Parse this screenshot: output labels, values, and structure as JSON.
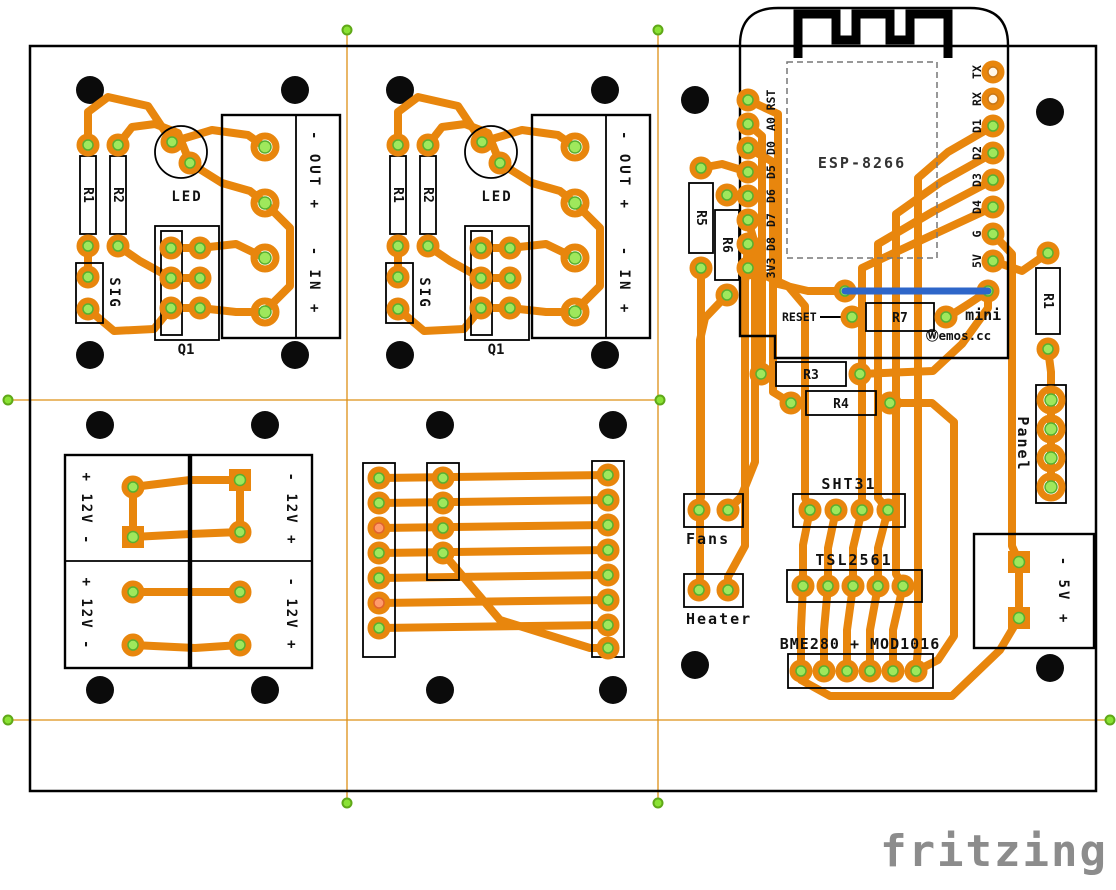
{
  "board": {
    "watermark": "fritzing"
  },
  "colors": {
    "copper": "#E8860D",
    "pad_green": "#9FE85C",
    "jumper_blue": "#2E66C9",
    "watermark": "#8C8C8C"
  },
  "relay_module_1": {
    "r1": "R1",
    "r2": "R2",
    "led": "LED",
    "sig": "SIG",
    "q1": "Q1",
    "out_label": "- OUT +",
    "in_label": "- IN +"
  },
  "relay_module_2": {
    "r1": "R1",
    "r2": "R2",
    "led": "LED",
    "sig": "SIG",
    "q1": "Q1",
    "out_label": "- OUT +",
    "in_label": "- IN +"
  },
  "power_module": {
    "top_left": "+ 12V -",
    "top_right": "- 12V +",
    "bottom_left": "+ 12V -",
    "bottom_right": "- 12V +"
  },
  "mcu": {
    "chip": "ESP-8266",
    "brand": "D1 mini",
    "brand2": "Ⓦemos.cc",
    "reset": "RESET",
    "pins_left": [
      "RST",
      "A0",
      "D0",
      "D5",
      "D6",
      "D7",
      "D8",
      "3V3"
    ],
    "pins_right": [
      "TX",
      "RX",
      "D1",
      "D2",
      "D3",
      "D4",
      "G",
      "5V"
    ],
    "r3": "R3",
    "r4": "R4",
    "r5": "R5",
    "r6": "R6",
    "r7": "R7",
    "r1": "R1",
    "panel": "Panel",
    "fans": "Fans",
    "heater": "Heater",
    "sht31": "SHT31",
    "tsl2561": "TSL2561",
    "bme": "BME280 + MOD1016",
    "v5": "- 5V +"
  }
}
